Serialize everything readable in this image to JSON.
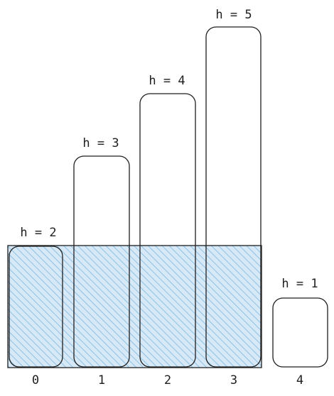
{
  "diagram": {
    "bars": [
      {
        "index_label": "0",
        "height_label": "h = 2",
        "height": 2
      },
      {
        "index_label": "1",
        "height_label": "h = 3",
        "height": 3
      },
      {
        "index_label": "2",
        "height_label": "h = 4",
        "height": 4
      },
      {
        "index_label": "3",
        "height_label": "h = 5",
        "height": 5
      },
      {
        "index_label": "4",
        "height_label": "h = 1",
        "height": 1
      }
    ],
    "water_level": 2,
    "water_span": [
      0,
      3
    ],
    "colors": {
      "stroke": "#1e1e1e",
      "water_fill": "#d7e9f6",
      "water_hatch": "#8ec1e4",
      "background": "#ffffff"
    }
  }
}
